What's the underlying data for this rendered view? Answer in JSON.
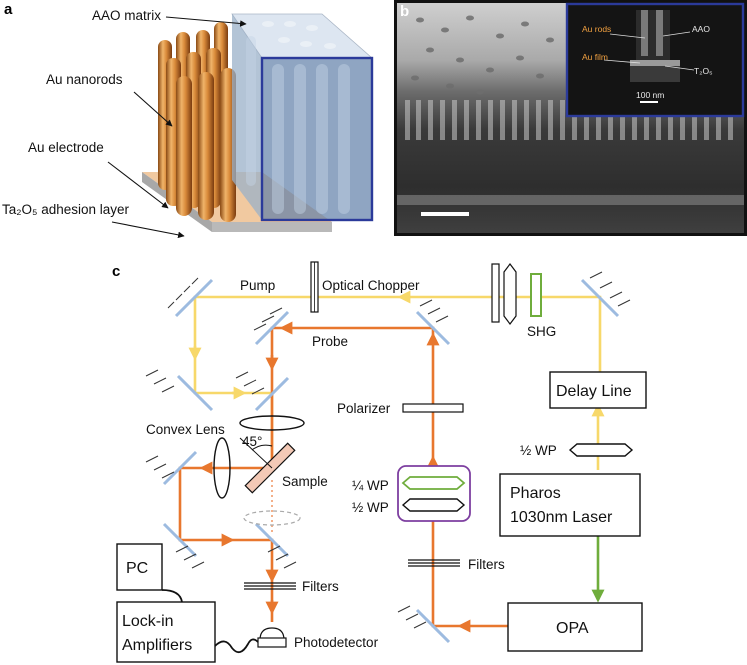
{
  "panel_a": {
    "label": "a",
    "aao_label": "AAO matrix",
    "rods_label": "Au nanorods",
    "electrode_label": "Au electrode",
    "adhesion_label": "Ta₂O₅ adhesion layer"
  },
  "panel_b": {
    "label": "b",
    "inset": {
      "au_rods": "Au rods",
      "aao": "AAO",
      "au_film": "Au film",
      "ta2o5": "T₂O₅",
      "scale": "100 nm"
    }
  },
  "panel_c": {
    "label": "c",
    "pump": "Pump",
    "optical_chopper": "Optical Chopper",
    "probe": "Probe",
    "shg": "SHG",
    "delay_line": "Delay Line",
    "half_wp_top": "½ WP",
    "polarizer": "Polarizer",
    "convex_lens": "Convex Lens",
    "angle": "45°",
    "sample": "Sample",
    "quarter_wp": "¼ WP",
    "half_wp": "½ WP",
    "pharos_line1": "Pharos",
    "pharos_line2": "1030nm Laser",
    "filters_left": "Filters",
    "filters_right": "Filters",
    "pc": "PC",
    "lockin_line1": "Lock-in",
    "lockin_line2": "Amplifiers",
    "photodetector": "Photodetector",
    "opa": "OPA"
  },
  "colors": {
    "pump_beam": "#f7d86a",
    "probe_beam": "#e8772e",
    "green_beam": "#6fad3c",
    "mirror": "#9dbbe0",
    "aao_outline": "#2b3a9a",
    "wp_box": "#7d3fa0"
  }
}
